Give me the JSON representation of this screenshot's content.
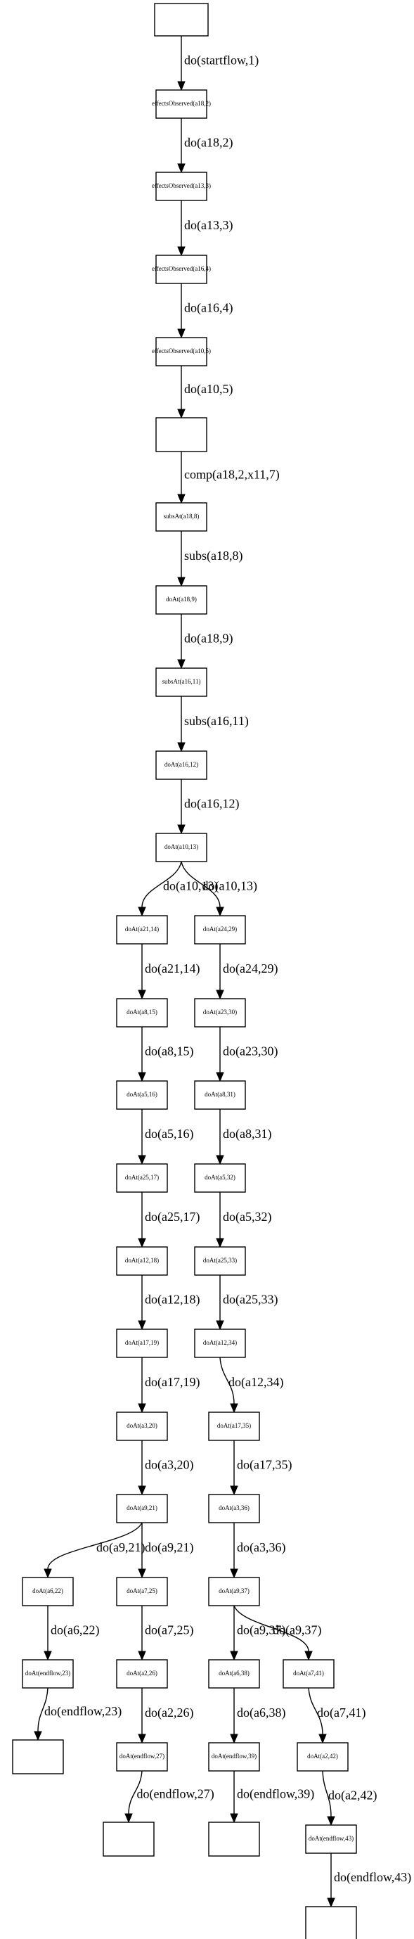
{
  "nodes": [
    {
      "id": "n0",
      "label": ""
    },
    {
      "id": "n1",
      "label": "effectsObserved(a18,2)"
    },
    {
      "id": "n2",
      "label": "effectsObserved(a13,3)"
    },
    {
      "id": "n3",
      "label": "effectsObserved(a16,4)"
    },
    {
      "id": "n4",
      "label": "effectsObserved(a10,5)"
    },
    {
      "id": "n5",
      "label": ""
    },
    {
      "id": "n6",
      "label": "subsAt(a18,8)"
    },
    {
      "id": "n7",
      "label": "doAt(a18,9)"
    },
    {
      "id": "n8",
      "label": "subsAt(a16,11)"
    },
    {
      "id": "n9",
      "label": "doAt(a16,12)"
    },
    {
      "id": "n10",
      "label": "doAt(a10,13)"
    },
    {
      "id": "L1",
      "label": "doAt(a21,14)"
    },
    {
      "id": "L2",
      "label": "doAt(a8,15)"
    },
    {
      "id": "L3",
      "label": "doAt(a5,16)"
    },
    {
      "id": "L4",
      "label": "doAt(a25,17)"
    },
    {
      "id": "L5",
      "label": "doAt(a12,18)"
    },
    {
      "id": "L6",
      "label": "doAt(a17,19)"
    },
    {
      "id": "L7",
      "label": "doAt(a3,20)"
    },
    {
      "id": "L8",
      "label": "doAt(a9,21)"
    },
    {
      "id": "LL1",
      "label": "doAt(a6,22)"
    },
    {
      "id": "LL2",
      "label": "doAt(endflow,23)"
    },
    {
      "id": "LL3",
      "label": ""
    },
    {
      "id": "LR1",
      "label": "doAt(a7,25)"
    },
    {
      "id": "LR2",
      "label": "doAt(a2,26)"
    },
    {
      "id": "LR3",
      "label": "doAt(endflow,27)"
    },
    {
      "id": "LR4",
      "label": ""
    },
    {
      "id": "R1",
      "label": "doAt(a24,29)"
    },
    {
      "id": "R2",
      "label": "doAt(a23,30)"
    },
    {
      "id": "R3",
      "label": "doAt(a8,31)"
    },
    {
      "id": "R4",
      "label": "doAt(a5,32)"
    },
    {
      "id": "R5",
      "label": "doAt(a25,33)"
    },
    {
      "id": "R6",
      "label": "doAt(a12,34)"
    },
    {
      "id": "R7",
      "label": "doAt(a17,35)"
    },
    {
      "id": "R8",
      "label": "doAt(a3,36)"
    },
    {
      "id": "R9",
      "label": "doAt(a9,37)"
    },
    {
      "id": "RL1",
      "label": "doAt(a6,38)"
    },
    {
      "id": "RL2",
      "label": "doAt(endflow,39)"
    },
    {
      "id": "RL3",
      "label": ""
    },
    {
      "id": "RR1",
      "label": "doAt(a7,41)"
    },
    {
      "id": "RR2",
      "label": "doAt(a2,42)"
    },
    {
      "id": "RR3",
      "label": "doAt(endflow,43)"
    },
    {
      "id": "RR4",
      "label": ""
    }
  ],
  "edges": [
    {
      "from": "n0",
      "to": "n1",
      "label": "do(startflow,1)"
    },
    {
      "from": "n1",
      "to": "n2",
      "label": "do(a18,2)"
    },
    {
      "from": "n2",
      "to": "n3",
      "label": "do(a13,3)"
    },
    {
      "from": "n3",
      "to": "n4",
      "label": "do(a16,4)"
    },
    {
      "from": "n4",
      "to": "n5",
      "label": "do(a10,5)"
    },
    {
      "from": "n5",
      "to": "n6",
      "label": "comp(a18,2,x11,7)"
    },
    {
      "from": "n6",
      "to": "n7",
      "label": "subs(a18,8)"
    },
    {
      "from": "n7",
      "to": "n8",
      "label": "do(a18,9)"
    },
    {
      "from": "n8",
      "to": "n9",
      "label": "subs(a16,11)"
    },
    {
      "from": "n9",
      "to": "n10",
      "label": "do(a16,12)"
    },
    {
      "from": "n10",
      "to": "L1",
      "label": "do(a10,13)"
    },
    {
      "from": "n10",
      "to": "R1",
      "label": "do(a10,13)"
    },
    {
      "from": "L1",
      "to": "L2",
      "label": "do(a21,14)"
    },
    {
      "from": "L2",
      "to": "L3",
      "label": "do(a8,15)"
    },
    {
      "from": "L3",
      "to": "L4",
      "label": "do(a5,16)"
    },
    {
      "from": "L4",
      "to": "L5",
      "label": "do(a25,17)"
    },
    {
      "from": "L5",
      "to": "L6",
      "label": "do(a12,18)"
    },
    {
      "from": "L6",
      "to": "L7",
      "label": "do(a17,19)"
    },
    {
      "from": "L7",
      "to": "L8",
      "label": "do(a3,20)"
    },
    {
      "from": "L8",
      "to": "LL1",
      "label": "do(a9,21)"
    },
    {
      "from": "L8",
      "to": "LR1",
      "label": "do(a9,21)"
    },
    {
      "from": "LL1",
      "to": "LL2",
      "label": "do(a6,22)"
    },
    {
      "from": "LL2",
      "to": "LL3",
      "label": "do(endflow,23)"
    },
    {
      "from": "LR1",
      "to": "LR2",
      "label": "do(a7,25)"
    },
    {
      "from": "LR2",
      "to": "LR3",
      "label": "do(a2,26)"
    },
    {
      "from": "LR3",
      "to": "LR4",
      "label": "do(endflow,27)"
    },
    {
      "from": "R1",
      "to": "R2",
      "label": "do(a24,29)"
    },
    {
      "from": "R2",
      "to": "R3",
      "label": "do(a23,30)"
    },
    {
      "from": "R3",
      "to": "R4",
      "label": "do(a8,31)"
    },
    {
      "from": "R4",
      "to": "R5",
      "label": "do(a5,32)"
    },
    {
      "from": "R5",
      "to": "R6",
      "label": "do(a25,33)"
    },
    {
      "from": "R6",
      "to": "R7",
      "label": "do(a12,34)"
    },
    {
      "from": "R7",
      "to": "R8",
      "label": "do(a17,35)"
    },
    {
      "from": "R8",
      "to": "R9",
      "label": "do(a3,36)"
    },
    {
      "from": "R9",
      "to": "RL1",
      "label": "do(a9,37)"
    },
    {
      "from": "R9",
      "to": "RR1",
      "label": "do(a9,37)"
    },
    {
      "from": "RL1",
      "to": "RL2",
      "label": "do(a6,38)"
    },
    {
      "from": "RL2",
      "to": "RL3",
      "label": "do(endflow,39)"
    },
    {
      "from": "RR1",
      "to": "RR2",
      "label": "do(a7,41)"
    },
    {
      "from": "RR2",
      "to": "RR3",
      "label": "do(a2,42)"
    },
    {
      "from": "RR3",
      "to": "RR4",
      "label": "do(endflow,43)"
    }
  ]
}
